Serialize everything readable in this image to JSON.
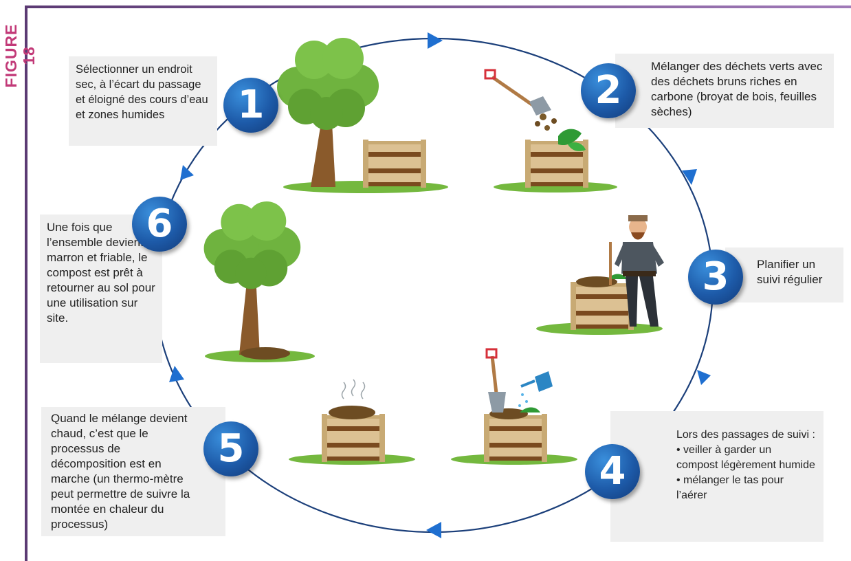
{
  "figure_label": "FIGURE 18",
  "colors": {
    "frame": "#5b3a73",
    "label": "#c23a78",
    "circle": "#1b3f7a",
    "arrows": "#1f6fd0",
    "box": "#efefef",
    "badge": "#1d5aa8"
  },
  "steps": [
    {
      "number": "1",
      "text": "Sélectionner un endroit sec, à l’écart du passage et éloigné des cours d’eau et zones humides",
      "icon": "tree-and-compost-bin"
    },
    {
      "number": "2",
      "text": "Mélanger des déchets verts avec des déchets bruns riches en carbone (broyat de bois, feuilles sèches)",
      "icon": "shovel-adding-waste-to-bin"
    },
    {
      "number": "3",
      "text": "Planifier un suivi régulier",
      "icon": "gardener-next-to-bin"
    },
    {
      "number": "4",
      "text": "Lors des passages de suivi :\n• veiller à garder un compost légèrement humide\n• mélanger le tas pour l’aérer",
      "icon": "shovel-and-watering-can"
    },
    {
      "number": "5",
      "text": "Quand le mélange devient chaud, c’est que le processus de décomposition est en marche (un thermo-mètre peut permettre de suivre la montée en chaleur du processus)",
      "icon": "steaming-compost-bin"
    },
    {
      "number": "6",
      "text": "Une fois que l’ensemble devient marron et friable, le compost est prêt à retourner au sol pour une utilisation sur site.",
      "icon": "tree-with-compost"
    }
  ]
}
